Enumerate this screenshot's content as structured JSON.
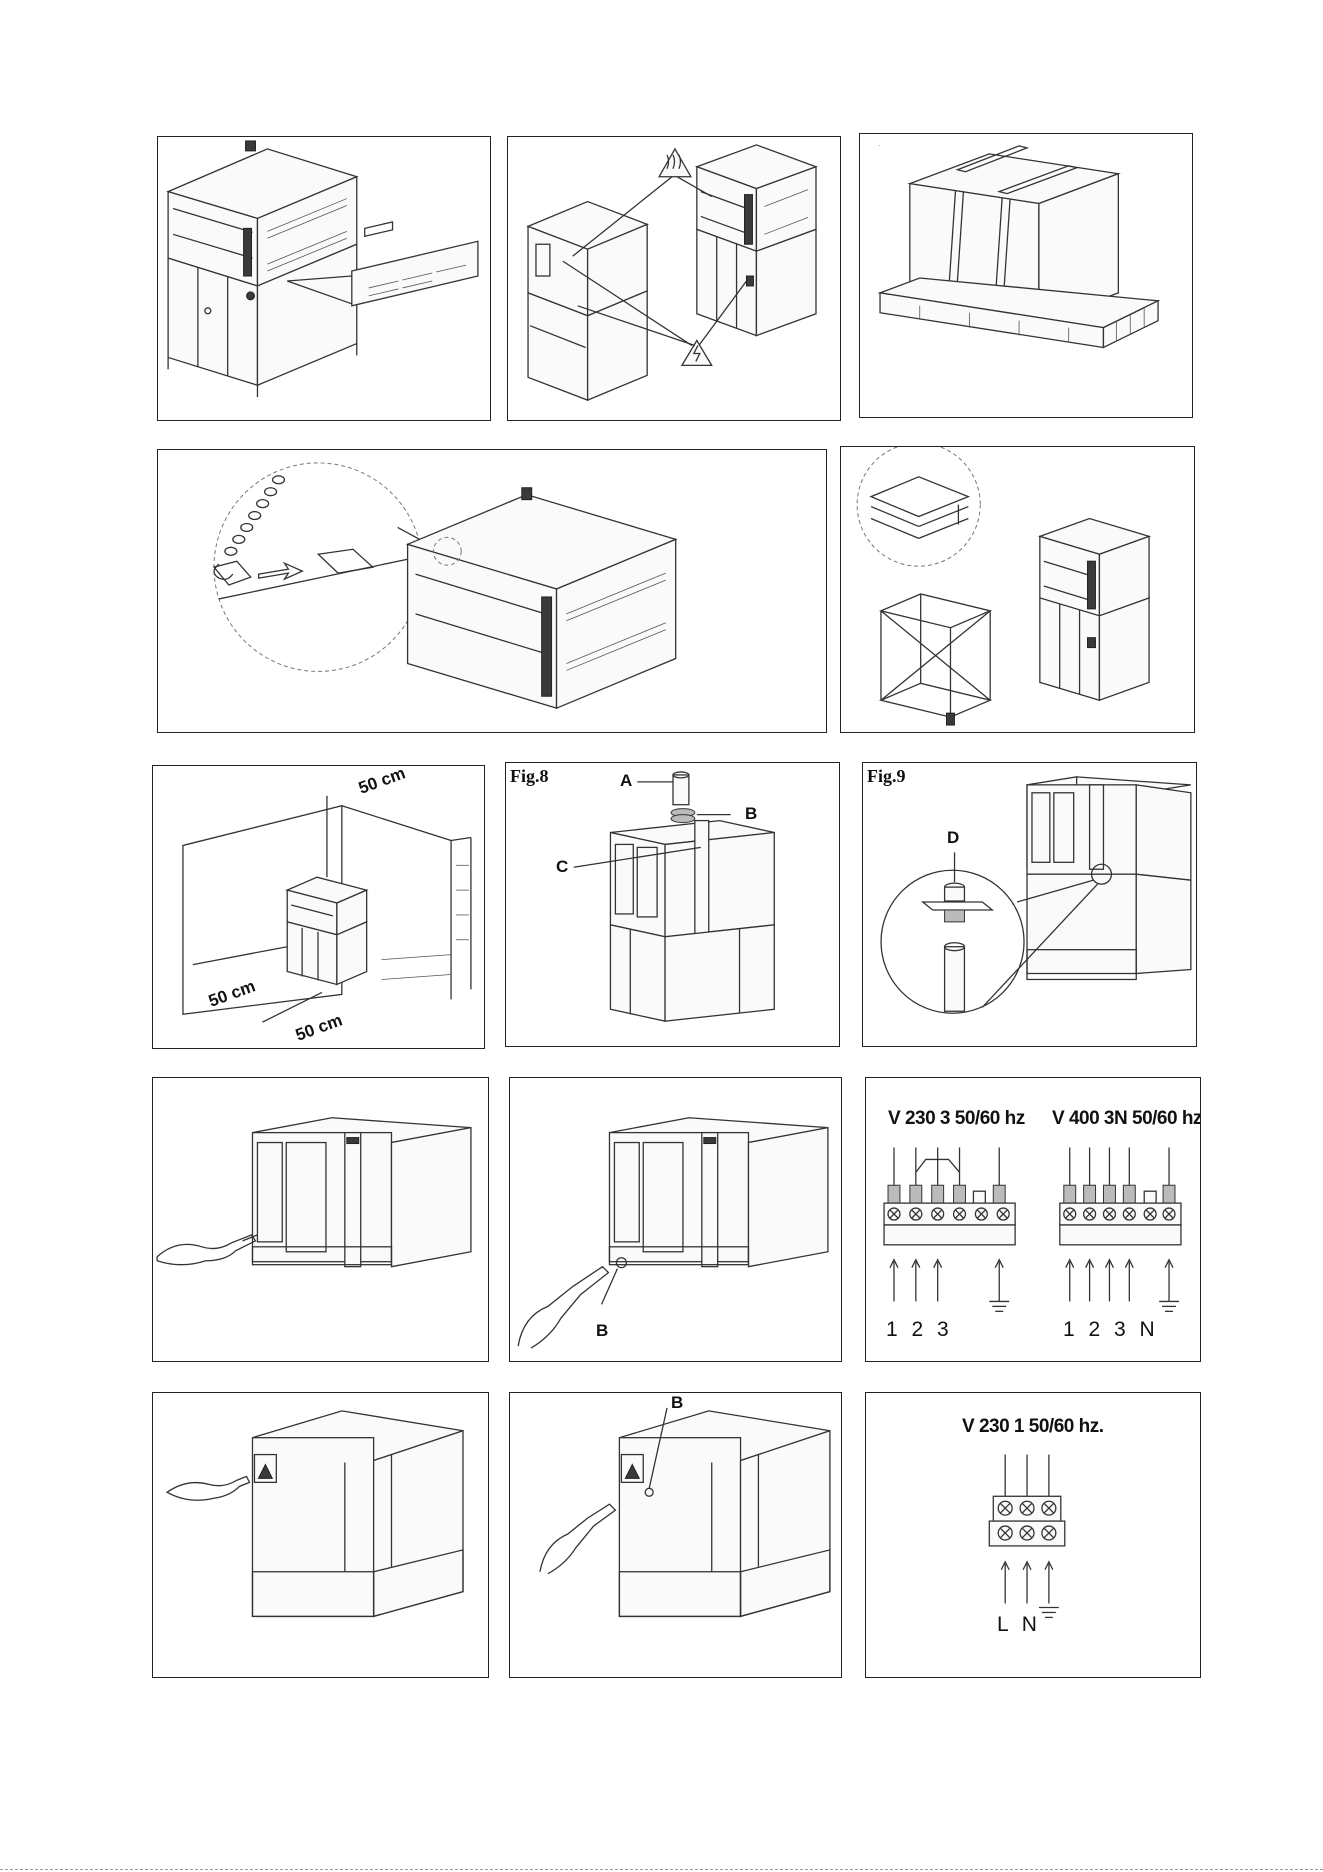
{
  "fig8": {
    "title": "Fig.8",
    "label_a": "A",
    "label_b": "B",
    "label_c": "C"
  },
  "fig9": {
    "title": "Fig.9",
    "label_d": "D"
  },
  "clearance": {
    "top": "50 cm",
    "left": "50 cm",
    "front": "50 cm"
  },
  "door_panel": {
    "label_b": "B"
  },
  "back_panel": {
    "label_b": "B"
  },
  "wiring_three_phase": {
    "left_title": "V 230 3 50/60 hz",
    "right_title": "V 400 3N 50/60 hz.",
    "left_terminals": "1 2 3",
    "right_terminals": "1 2 3 N"
  },
  "wiring_single_phase": {
    "title": "V 230 1 50/60 hz.",
    "terminals": "L N"
  }
}
